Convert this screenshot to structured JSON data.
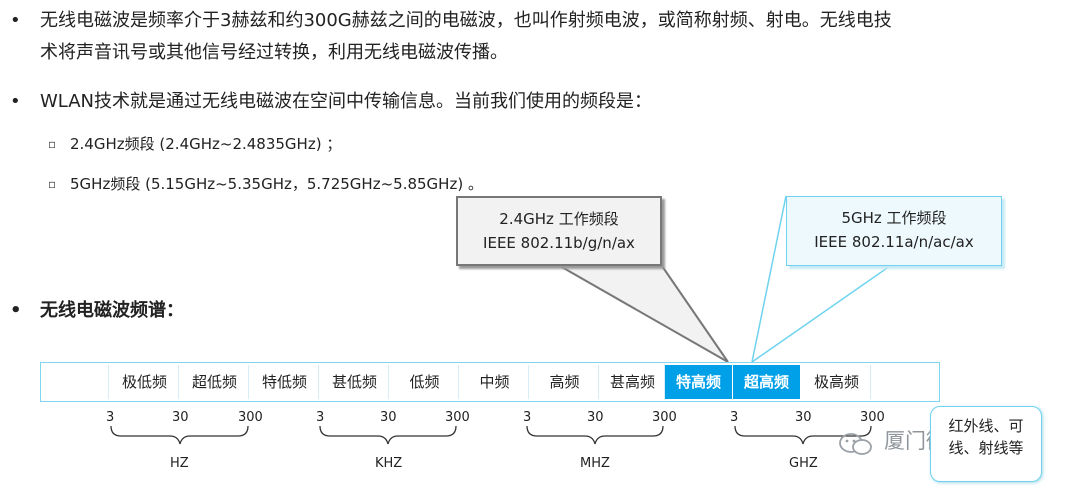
{
  "intro": {
    "line1": "无线电磁波是频率介于3赫兹和约300G赫兹之间的电磁波，也叫作射频电波，或简称射频、射电。无线电技",
    "line2": "术将声音讯号或其他信号经过转换，利用无线电磁波传播。"
  },
  "wlan": {
    "text": "WLAN技术就是通过无线电磁波在空间中传输信息。当前我们使用的频段是：",
    "bands": [
      "2.4GHz频段 (2.4GHz~2.4835GHz) ；",
      "5GHz频段 (5.15GHz~5.35GHz，5.725GHz~5.85GHz) 。"
    ]
  },
  "callouts": {
    "band24": {
      "title": "2.4GHz 工作频段",
      "standard": "IEEE 802.11b/g/n/ax"
    },
    "band5": {
      "title": "5GHz 工作频段",
      "standard": "IEEE 802.11a/n/ac/ax"
    }
  },
  "spectrum": {
    "heading": "无线电磁波频谱：",
    "cells": [
      "",
      "极低频",
      "超低频",
      "特低频",
      "甚低频",
      "低频",
      "中频",
      "高频",
      "甚高频",
      "特高频",
      "超高频",
      "极高频",
      ""
    ],
    "highlighted": [
      "特高频",
      "超高频"
    ],
    "highlight_color": "#00a0e9",
    "ticks": [
      "3",
      "30",
      "300",
      "3",
      "30",
      "300",
      "3",
      "30",
      "300",
      "3",
      "30",
      "300"
    ],
    "units": [
      "HZ",
      "KHZ",
      "MHZ",
      "GHZ"
    ],
    "beyond": {
      "line1": "红外线、可",
      "line2": "线、射线等"
    }
  },
  "watermark": {
    "text": "厦门微思网络"
  }
}
